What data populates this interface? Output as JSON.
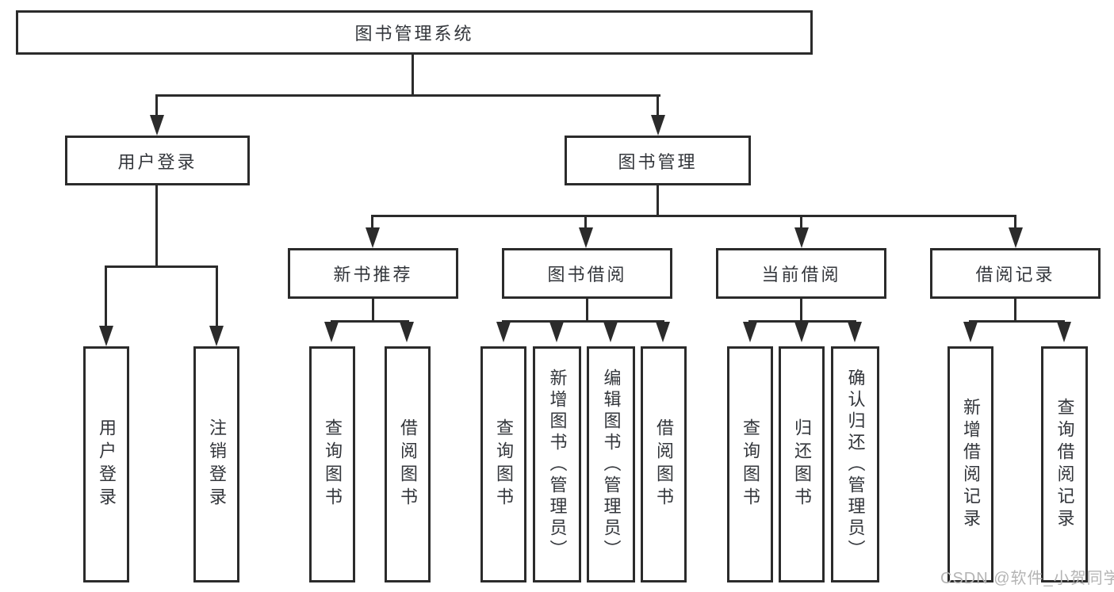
{
  "diagram_type": "tree-diagram",
  "colors": {
    "background": "#ffffff",
    "line": "#2b2b2b",
    "box_border": "#2b2b2b",
    "text": "#33363b",
    "watermark": "#b4b4b4"
  },
  "tree": {
    "root": {
      "label": "图书管理系统"
    },
    "branches": [
      {
        "label": "用户登录",
        "children": [
          {
            "label": "用户登录"
          },
          {
            "label": "注销登录"
          }
        ]
      },
      {
        "label": "图书管理",
        "sections": [
          {
            "label": "新书推荐",
            "children": [
              {
                "label": "查询图书"
              },
              {
                "label": "借阅图书"
              }
            ]
          },
          {
            "label": "图书借阅",
            "children": [
              {
                "label": "查询图书"
              },
              {
                "label": "新增图书（管理员）"
              },
              {
                "label": "编辑图书（管理员）"
              },
              {
                "label": "借阅图书"
              }
            ]
          },
          {
            "label": "当前借阅",
            "children": [
              {
                "label": "查询图书"
              },
              {
                "label": "归还图书"
              },
              {
                "label": "确认归还（管理员）"
              }
            ]
          },
          {
            "label": "借阅记录",
            "children": [
              {
                "label": "新增借阅记录"
              },
              {
                "label": "查询借阅记录"
              }
            ]
          }
        ]
      }
    ]
  },
  "watermark": {
    "text": "CSDN @软件_小贺同学"
  }
}
